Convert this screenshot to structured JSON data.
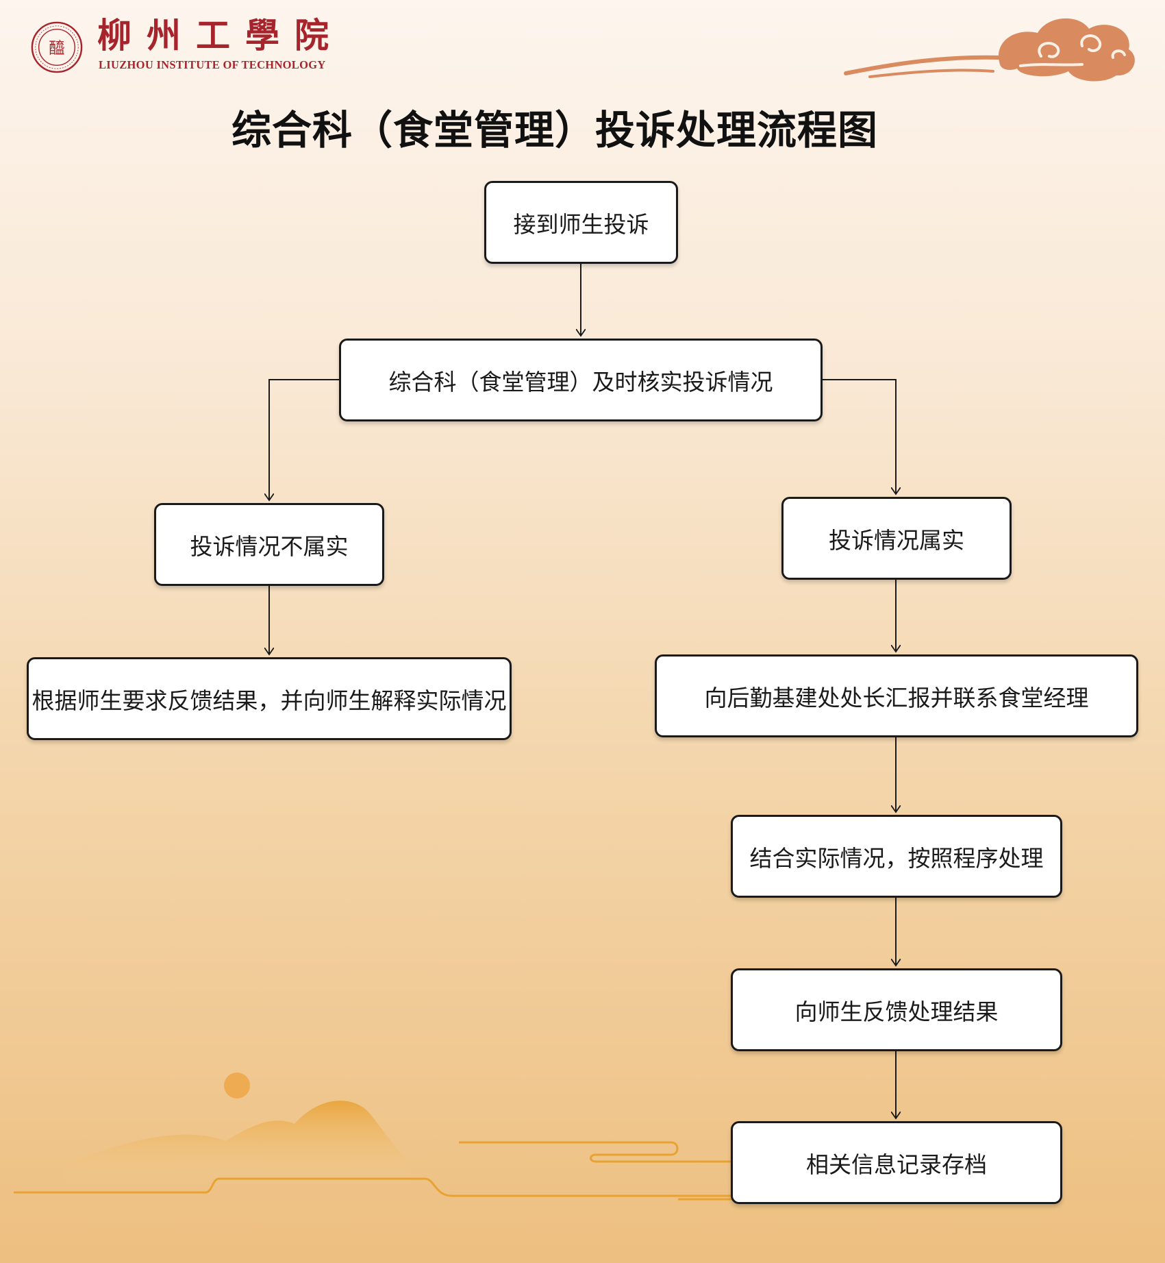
{
  "logo": {
    "name_cn": "柳州工學院",
    "name_en": "LIUZHOU  INSTITUTE OF TECHNOLOGY",
    "seal_symbol": "醯"
  },
  "title": "综合科（食堂管理）投诉处理流程图",
  "nodes": {
    "receive": "接到师生投诉",
    "verify": "综合科（食堂管理）及时核实投诉情况",
    "not_valid": "投诉情况不属实",
    "valid": "投诉情况属实",
    "explain": "根据师生要求反馈结果，并向师生解释实际情况",
    "report": "向后勤基建处处长汇报并联系食堂经理",
    "handle": "结合实际情况，按照程序处理",
    "feedback": "向师生反馈处理结果",
    "archive": "相关信息记录存档"
  },
  "colors": {
    "brand_red": "#a8242c",
    "cloud": "#d98a5e",
    "mountain": "#ebae52",
    "box_border": "#1a1a1a"
  }
}
